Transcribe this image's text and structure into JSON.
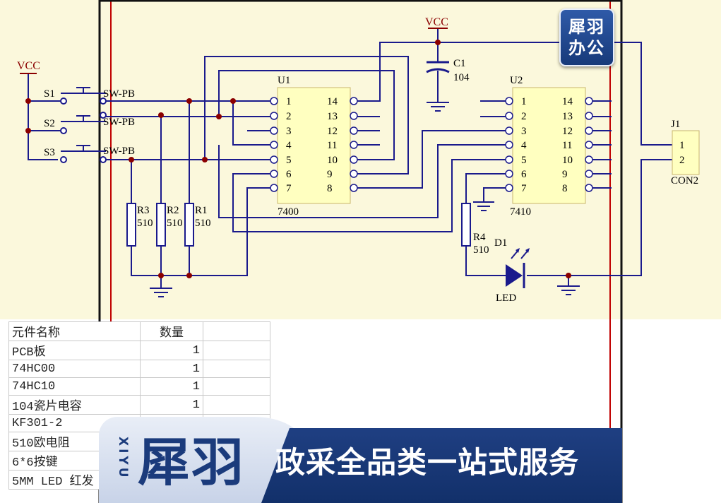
{
  "schematic": {
    "power_label": "VCC",
    "switches": [
      {
        "ref": "S1",
        "type": "SW-PB"
      },
      {
        "ref": "S2",
        "type": "SW-PB"
      },
      {
        "ref": "S3",
        "type": "SW-PB"
      }
    ],
    "resistors": [
      {
        "ref": "R3",
        "value": "510"
      },
      {
        "ref": "R2",
        "value": "510"
      },
      {
        "ref": "R1",
        "value": "510"
      },
      {
        "ref": "R4",
        "value": "510"
      }
    ],
    "capacitor": {
      "ref": "C1",
      "value": "104"
    },
    "ic_u1": {
      "ref": "U1",
      "part": "7400",
      "left_pins": [
        "1",
        "2",
        "3",
        "4",
        "5",
        "6",
        "7"
      ],
      "right_pins": [
        "14",
        "13",
        "12",
        "11",
        "10",
        "9",
        "8"
      ]
    },
    "ic_u2": {
      "ref": "U2",
      "part": "7410",
      "left_pins": [
        "1",
        "2",
        "3",
        "4",
        "5",
        "6",
        "7"
      ],
      "right_pins": [
        "14",
        "13",
        "12",
        "11",
        "10",
        "9",
        "8"
      ]
    },
    "connector": {
      "ref": "J1",
      "part": "CON2",
      "pins": [
        "1",
        "2"
      ]
    },
    "led": {
      "ref": "D1",
      "label": "LED"
    },
    "colors": {
      "wire": "#1a1a8c",
      "body": "#ffffc0",
      "sheet": "#fbf8dc",
      "junction": "#8b0000",
      "component": "#000000",
      "frame": "#c00000"
    }
  },
  "bom": {
    "header": {
      "name": "元件名称",
      "qty": "数量"
    },
    "rows": [
      {
        "name": "PCB板",
        "qty": "1"
      },
      {
        "name": "74HC00",
        "qty": "1"
      },
      {
        "name": "74HC10",
        "qty": "1"
      },
      {
        "name": "104瓷片电容",
        "qty": "1"
      },
      {
        "name": "KF301-2",
        "qty": ""
      },
      {
        "name": "510欧电阻",
        "qty": ""
      },
      {
        "name": "6*6按键",
        "qty": ""
      },
      {
        "name": "5MM LED 红发",
        "qty": ""
      }
    ]
  },
  "watermark": {
    "badge_line1": "犀羽",
    "badge_line2": "办公"
  },
  "banner": {
    "brand_latin": "XIYU",
    "brand_cn": "犀羽",
    "slogan": "政采全品类一站式服务"
  }
}
